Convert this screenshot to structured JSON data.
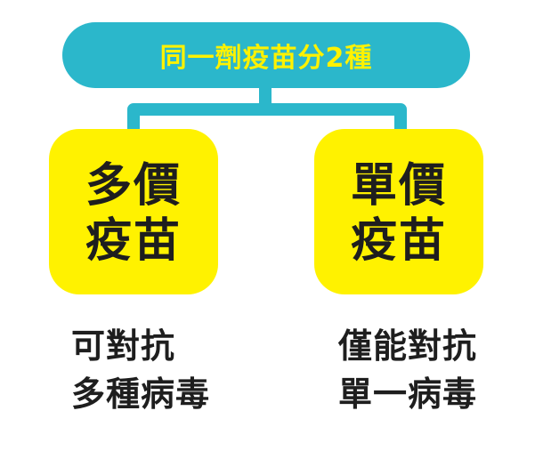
{
  "colors": {
    "accent": "#2bb7cb",
    "highlight": "#fff200",
    "text": "#1e1e1e",
    "background": "#ffffff"
  },
  "title": "同一劑疫苗分2種",
  "left": {
    "box_line1": "多價",
    "box_line2": "疫苗",
    "desc_line1": "可對抗",
    "desc_line2": "多種病毒"
  },
  "right": {
    "box_line1": "單價",
    "box_line2": "疫苗",
    "desc_line1": "僅能對抗",
    "desc_line2": "單一病毒"
  }
}
